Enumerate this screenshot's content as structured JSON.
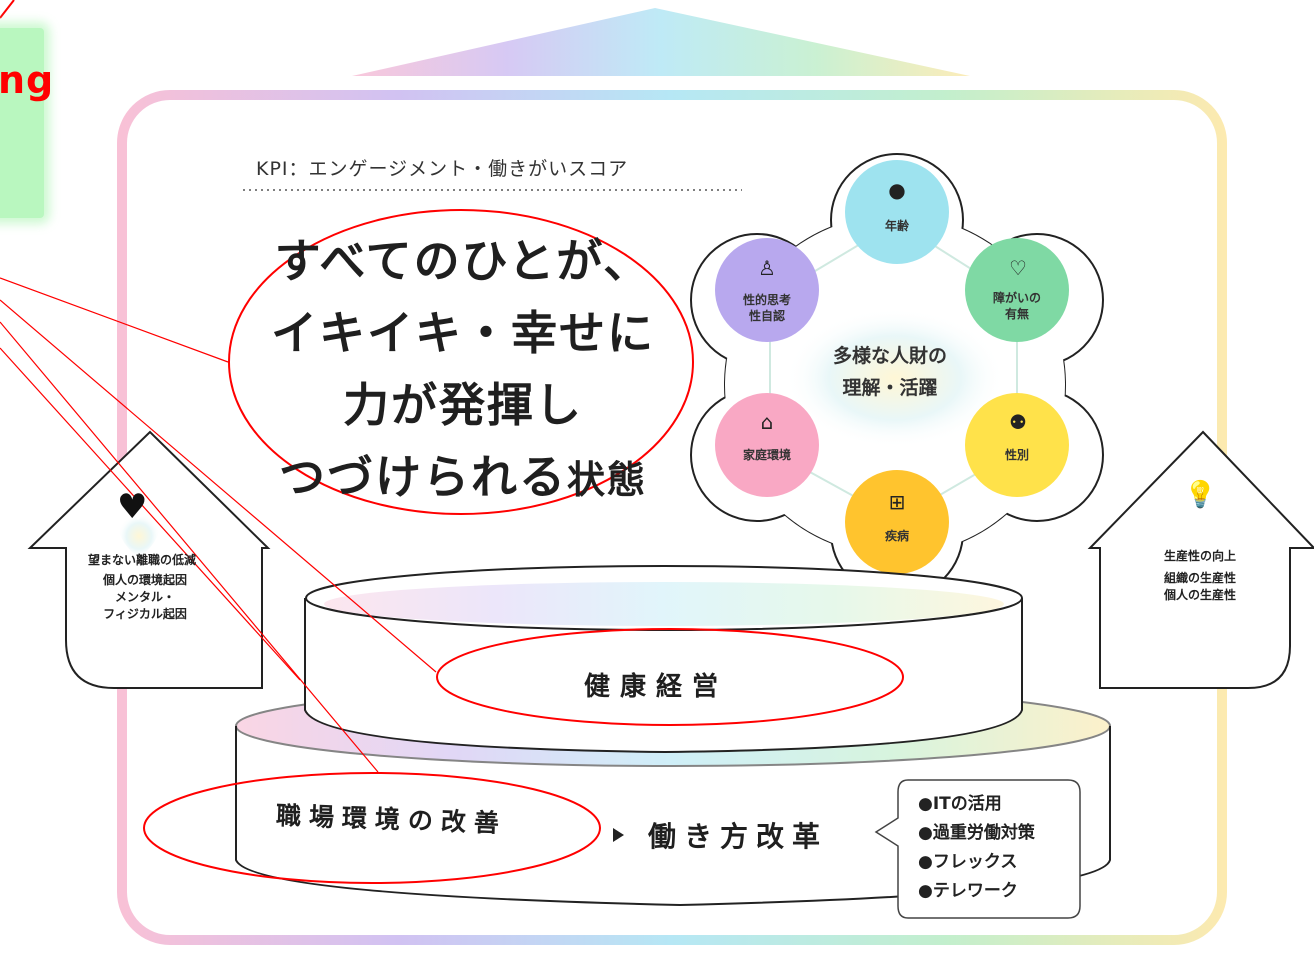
{
  "annotation": {
    "label": "ng"
  },
  "kpi": "KPI：エンゲージメント・働きがいスコア",
  "headline": {
    "line1": "すべてのひとが、",
    "line2": "イキイキ・幸せに",
    "line3": "力が発揮し",
    "line4_main": "つづけられる",
    "line4_suffix": "状態"
  },
  "diversity": {
    "center": "多様な人財の\n理解・活躍",
    "petals": [
      {
        "label": "年齢",
        "icon": "face-icon",
        "color": "#9ee3ef"
      },
      {
        "label": "障がいの\n有無",
        "icon": "heart-hands-icon",
        "color": "#7fd9a4"
      },
      {
        "label": "性別",
        "icon": "people-icon",
        "color": "#ffe24a"
      },
      {
        "label": "疾病",
        "icon": "medical-cross-icon",
        "color": "#ffc42e"
      },
      {
        "label": "家庭環境",
        "icon": "house-icon",
        "color": "#f9a8c4"
      },
      {
        "label": "性的思考\n性自認",
        "icon": "person-icon",
        "color": "#b8a8ee"
      }
    ]
  },
  "left_arrow": {
    "title": "望まない離職の低減",
    "details": "個人の環境起因\nメンタル・\nフィジカル起因"
  },
  "right_arrow": {
    "title": "生産性の向上",
    "details": "組織の生産性\n個人の生産性"
  },
  "upper_cylinder": "健康経営",
  "lower_cylinder": {
    "left": "職場環境の改善",
    "right": "働き方改革"
  },
  "bubble_items": [
    "●ITの活用",
    "●過重労働対策",
    "●フレックス",
    "●テレワーク"
  ],
  "colors": {
    "annotation_red": "#ff0000",
    "highlight_green": "#b9f7bf"
  }
}
